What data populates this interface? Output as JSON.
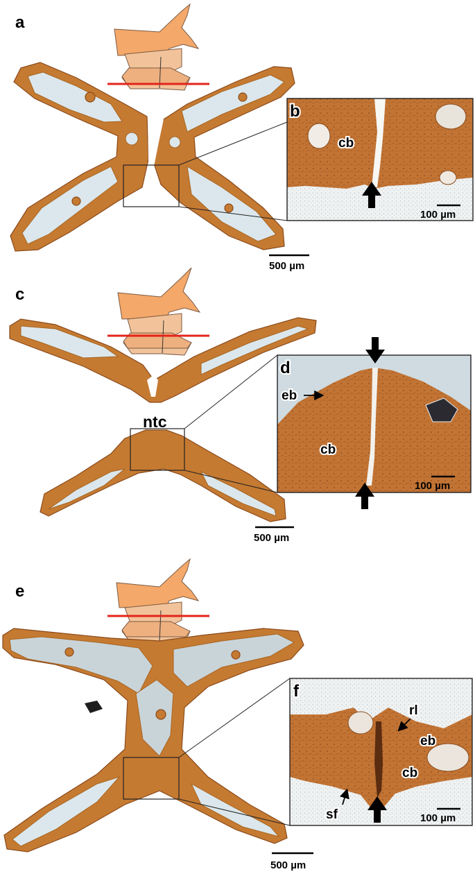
{
  "panels": {
    "a": {
      "label": "a",
      "scale_bar": "500 µm"
    },
    "b": {
      "label": "b",
      "scale_bar": "100 µm",
      "tissue_labels": {
        "cb": "cb"
      }
    },
    "c": {
      "label": "c",
      "scale_bar": "500 µm",
      "annotation": "ntc"
    },
    "d": {
      "label": "d",
      "scale_bar": "100 µm",
      "tissue_labels": {
        "eb": "eb",
        "cb": "cb"
      }
    },
    "e": {
      "label": "e",
      "scale_bar": "500 µm"
    },
    "f": {
      "label": "f",
      "scale_bar": "100 µm",
      "tissue_labels": {
        "rl": "rl",
        "eb": "eb",
        "cb": "cb",
        "sf": "sf"
      }
    }
  },
  "colors": {
    "bone": "#c57a32",
    "marrow": "#dbe7ec",
    "cut_line": "#e3241b",
    "vertebra_icon": "#f2c39a"
  }
}
